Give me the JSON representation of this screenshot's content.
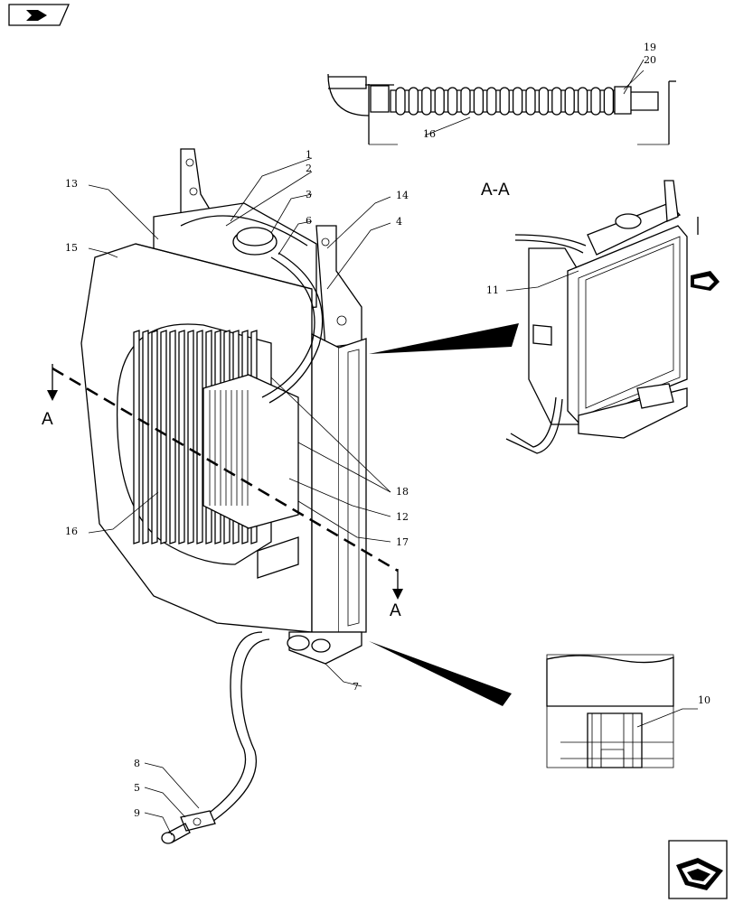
{
  "nav": {
    "prev_icon": "page-back-icon",
    "next_icon": "page-forward-icon"
  },
  "section_label": "A-A",
  "cut_marker_top": "A",
  "cut_marker_bottom": "A",
  "callouts": {
    "c1": "1",
    "c2": "2",
    "c3": "3",
    "c4": "4",
    "c5": "5",
    "c6": "6",
    "c7": "7",
    "c8": "8",
    "c9": "9",
    "c10": "10",
    "c11": "11",
    "c12": "12",
    "c13": "13",
    "c14": "14",
    "c15": "15",
    "c16a": "16",
    "c16b": "16",
    "c17": "17",
    "c18": "18",
    "c19": "19",
    "c20": "20"
  },
  "colors": {
    "line": "#000000",
    "background": "#ffffff"
  }
}
